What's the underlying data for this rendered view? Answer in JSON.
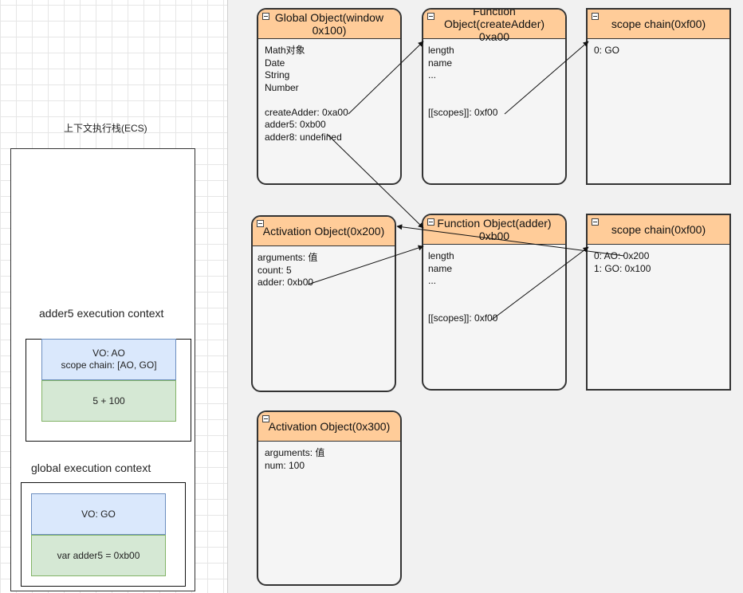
{
  "left": {
    "ecs_title": "上下文执行栈(ECS)",
    "adder5_ctx": {
      "title": "adder5 execution context",
      "vo_line1": "VO: AO",
      "vo_line2": "scope chain: [AO, GO]",
      "code": "5 + 100"
    },
    "global_ctx": {
      "title": "global execution context",
      "vo": "VO: GO",
      "code": "var adder5 = 0xb00"
    }
  },
  "objects": {
    "go": {
      "title": "Global Object(window 0x100)",
      "lines": [
        "Math对象",
        "Date",
        "String",
        "Number",
        "",
        "createAdder: 0xa00",
        "adder5: 0xb00",
        "adder8: undefined"
      ]
    },
    "fo_create": {
      "title_line1": "Function Object(createAdder)",
      "title_line2": "0xa00",
      "lines": [
        "length",
        "name",
        "...",
        "",
        "",
        "[[scopes]]: 0xf00"
      ]
    },
    "sc1": {
      "title": "scope chain(0xf00)",
      "lines": [
        "0: GO"
      ]
    },
    "ao200": {
      "title": "Activation Object(0x200)",
      "lines": [
        "arguments: 值",
        "count: 5",
        "adder: 0xb00"
      ]
    },
    "fo_adder": {
      "title_line1": "Function Object(adder)",
      "title_line2": "0xb00",
      "lines": [
        "length",
        "name",
        "...",
        "",
        "",
        "[[scopes]]: 0xf00"
      ]
    },
    "sc2": {
      "title": "scope chain(0xf00)",
      "lines": [
        "0: AO: 0x200",
        "1: GO: 0x100"
      ]
    },
    "ao300": {
      "title": "Activation Object(0x300)",
      "lines": [
        "arguments: 值",
        "num: 100"
      ]
    }
  }
}
